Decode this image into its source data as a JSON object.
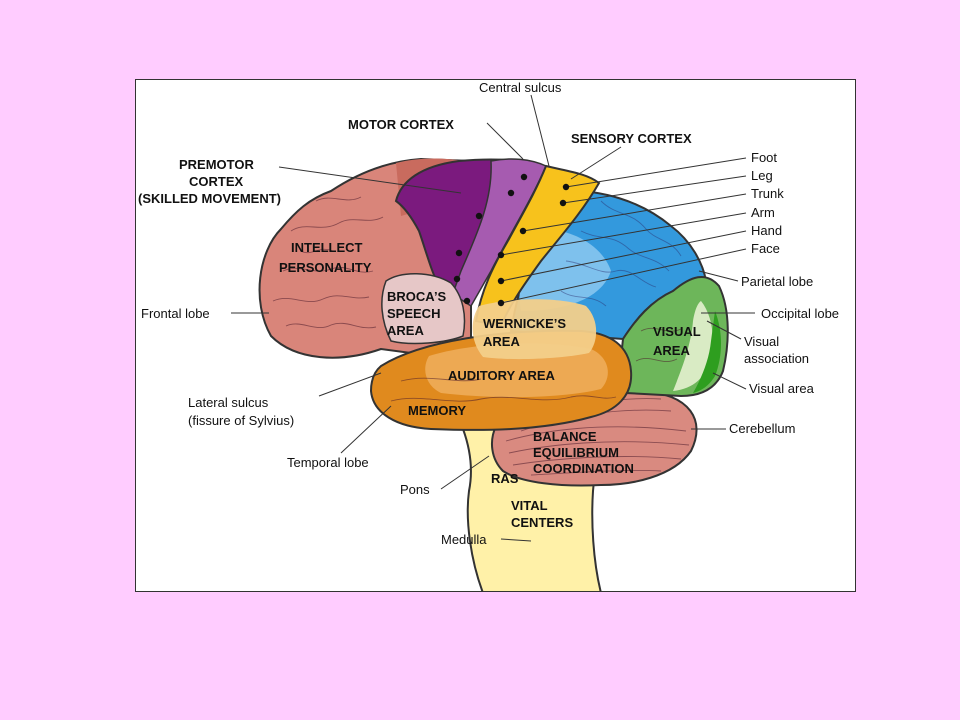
{
  "colors": {
    "background": "#FFCCFF",
    "frontal": "#D9857A",
    "premotor": "#C96B5E",
    "motor": "#7B1A7E",
    "motor_light": "#A65BB0",
    "sensory": "#F7C21C",
    "parietal": "#3399DD",
    "parietal_light": "#8CC8F0",
    "occipital": "#6DB65A",
    "visual_assoc": "#D9EBC4",
    "visual_area": "#2E9E1F",
    "temporal": "#E08A1E",
    "temporal_light": "#F0B060",
    "wernicke": "#F3CF8A",
    "broca": "#E6C7C7",
    "cerebellum": "#D98A80",
    "brainstem": "#FFF1A8"
  },
  "labels": {
    "central_sulcus": "Central sulcus",
    "motor_cortex": "MOTOR CORTEX",
    "sensory_cortex": "SENSORY CORTEX",
    "premotor_cortex": [
      "PREMOTOR",
      "CORTEX",
      "(SKILLED MOVEMENT)"
    ],
    "body_map": [
      "Foot",
      "Leg",
      "Trunk",
      "Arm",
      "Hand",
      "Face"
    ],
    "frontal_lobe": "Frontal lobe",
    "parietal_lobe": "Parietal lobe",
    "occipital_lobe": "Occipital lobe",
    "visual_association": [
      "Visual",
      "association"
    ],
    "visual_area_ext": "Visual area",
    "lateral_sulcus": [
      "Lateral sulcus",
      "(fissure of Sylvius)"
    ],
    "temporal_lobe": "Temporal lobe",
    "cerebellum": "Cerebellum",
    "pons": "Pons",
    "medulla": "Medulla"
  },
  "regions": {
    "intellect": [
      "INTELLECT",
      "PERSONALITY"
    ],
    "broca": [
      "BROCA’S",
      "SPEECH",
      "AREA"
    ],
    "wernicke": [
      "WERNICKE’S",
      "AREA"
    ],
    "visual": [
      "VISUAL",
      "AREA"
    ],
    "auditory": "AUDITORY AREA",
    "memory": "MEMORY",
    "balance": [
      "BALANCE",
      "EQUILIBRIUM",
      "COORDINATION"
    ],
    "ras": "RAS",
    "vital": [
      "VITAL",
      "CENTERS"
    ]
  }
}
